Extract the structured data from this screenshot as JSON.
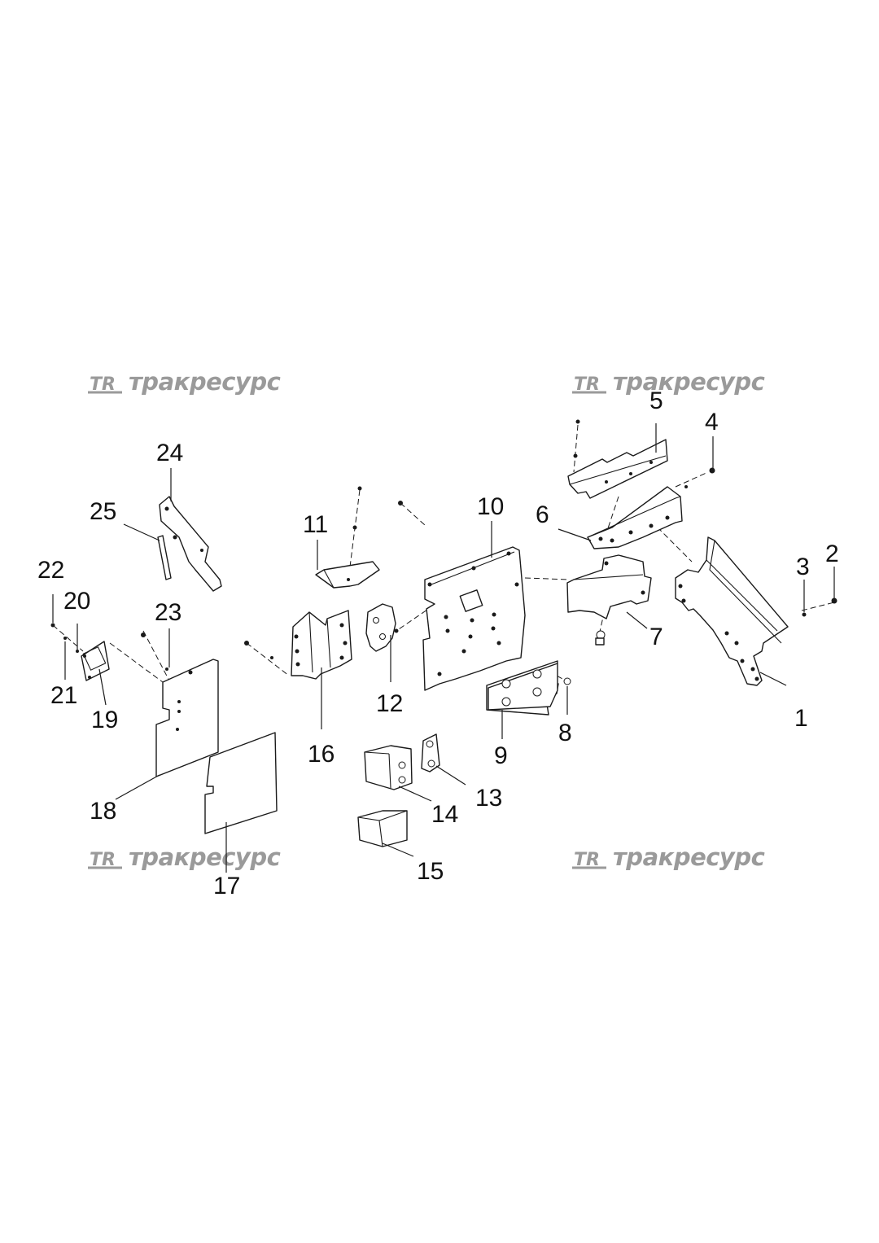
{
  "watermark": {
    "logo_text": "ТR",
    "brand_text": "тракресурс",
    "color": "#9a9a9a"
  },
  "callouts": {
    "c1": "1",
    "c2": "2",
    "c3": "3",
    "c4": "4",
    "c5": "5",
    "c6": "6",
    "c7": "7",
    "c8": "8",
    "c9": "9",
    "c10": "10",
    "c11": "11",
    "c12": "12",
    "c13": "13",
    "c14": "14",
    "c15": "15",
    "c16": "16",
    "c17": "17",
    "c18": "18",
    "c19": "19",
    "c20": "20",
    "c21": "21",
    "c22": "22",
    "c23": "23",
    "c24": "24",
    "c25": "25"
  },
  "line_color": "#1a1a1a"
}
